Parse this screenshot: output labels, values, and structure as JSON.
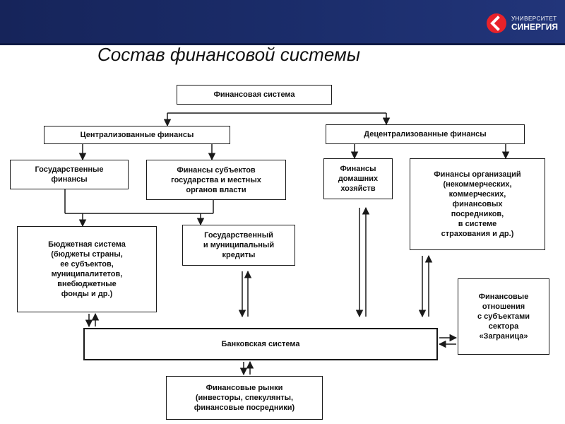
{
  "header": {
    "logo_top": "УНИВЕРСИТЕТ",
    "logo_bottom": "СИНЕРГИЯ",
    "bg_color": "#1b2d6b",
    "logo_color": "#e8222a"
  },
  "title": "Состав финансовой системы",
  "diagram": {
    "financial_system": "Финансовая система",
    "centralized": "Централизованные финансы",
    "decentralized": "Децентрализованные финансы",
    "state_finance": "Государственные\nфинансы",
    "subjects_finance": "Финансы субъектов\nгосударства и местных\nорганов власти",
    "household_finance": "Финансы\nдомашних\nхозяйств",
    "org_finance": "Финансы организаций\n(некоммерческих,\nкоммерческих,\nфинансовых\nпосредников,\nв системе\nстрахования и др.)",
    "budget_system": "Бюджетная система\n(бюджеты страны,\nее субъектов,\nмуниципалитетов,\nвнебюджетные\nфонды и др.)",
    "state_credit": "Государственный\nи муниципальный\nкредиты",
    "foreign_relations": "Финансовые\nотношения\nс субъектами\nсектора\n«Заграница»",
    "banking_system": "Банковская система",
    "financial_markets": "Финансовые рынки\n(инвесторы, спекулянты,\nфинансовые посредники)"
  }
}
